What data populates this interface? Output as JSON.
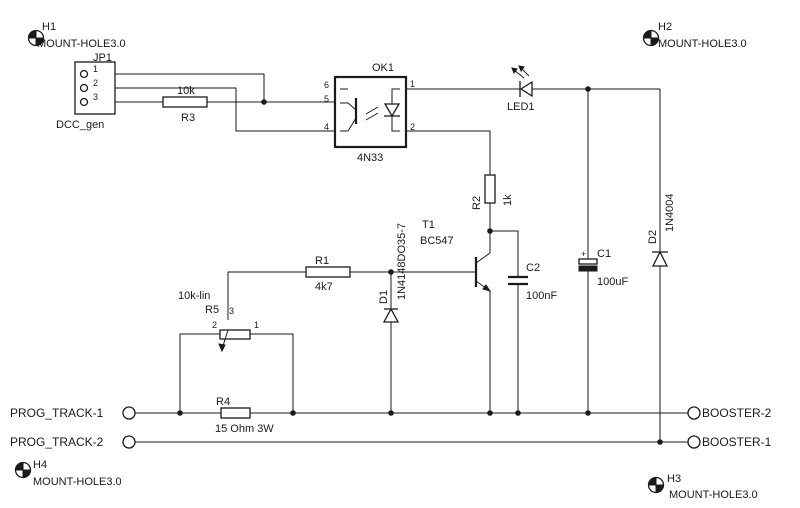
{
  "mount_holes": [
    {
      "ref": "H1",
      "value": "MOUNT-HOLE3.0"
    },
    {
      "ref": "H2",
      "value": "MOUNT-HOLE3.0"
    },
    {
      "ref": "H3",
      "value": "MOUNT-HOLE3.0"
    },
    {
      "ref": "H4",
      "value": "MOUNT-HOLE3.0"
    }
  ],
  "connector": {
    "ref": "JP1",
    "value": "DCC_gen",
    "pins": [
      "1",
      "2",
      "3"
    ]
  },
  "optocoupler": {
    "ref": "OK1",
    "value": "4N33",
    "pins": [
      "6",
      "5",
      "4",
      "1",
      "2"
    ]
  },
  "led": {
    "ref": "LED1"
  },
  "resistors": {
    "r1": {
      "ref": "R1",
      "value": "4k7"
    },
    "r2": {
      "ref": "R2",
      "value": "1k"
    },
    "r3": {
      "ref": "R3",
      "value": "10k"
    },
    "r4": {
      "ref": "R4",
      "value": "15 Ohm 3W"
    },
    "r5": {
      "ref": "R5",
      "value": "10k-lin",
      "pins": [
        "2",
        "3",
        "1"
      ]
    }
  },
  "transistor": {
    "ref": "T1",
    "value": "BC547"
  },
  "capacitors": {
    "c1": {
      "ref": "C1",
      "value": "100uF",
      "polarity": "+"
    },
    "c2": {
      "ref": "C2",
      "value": "100nF"
    }
  },
  "diodes": {
    "d1": {
      "ref": "D1",
      "value": "1N4148DO35-7"
    },
    "d2": {
      "ref": "D2",
      "value": "1N4004"
    }
  },
  "terminals": {
    "prog_track_1": "PROG_TRACK-1",
    "prog_track_2": "PROG_TRACK-2",
    "booster_2": "BOOSTER-2",
    "booster_1": "BOOSTER-1"
  }
}
